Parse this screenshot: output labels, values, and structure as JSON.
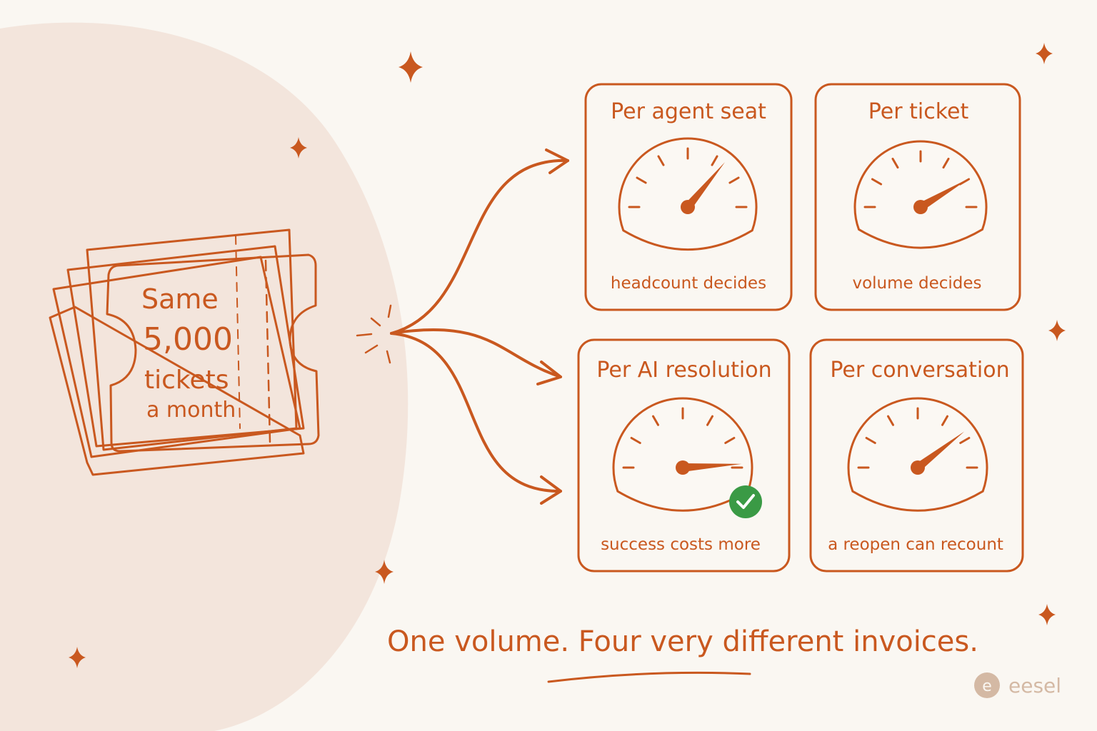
{
  "ticket_stack": {
    "line1": "Same",
    "line2": "5,000",
    "line3": "tickets",
    "line4": "a month"
  },
  "pricing_models": [
    {
      "title": "Per agent seat",
      "caption": "headcount decides",
      "needle_level": 0.72,
      "success_badge": false
    },
    {
      "title": "Per ticket",
      "caption": "volume decides",
      "needle_level": 0.83,
      "success_badge": false
    },
    {
      "title": "Per AI resolution",
      "caption": "success costs more",
      "needle_level": 0.98,
      "success_badge": true
    },
    {
      "title": "Per conversation",
      "caption": "a reopen can recount",
      "needle_level": 0.79,
      "success_badge": false
    }
  ],
  "tagline": "One volume. Four very different invoices.",
  "brand": {
    "name": "eesel",
    "logo_letter": "e"
  },
  "colors": {
    "accent": "#c9581f",
    "background": "#faf7f2",
    "blob": "#f3e5dc",
    "success": "#3a9a45",
    "logo": "#d4b9a4"
  }
}
